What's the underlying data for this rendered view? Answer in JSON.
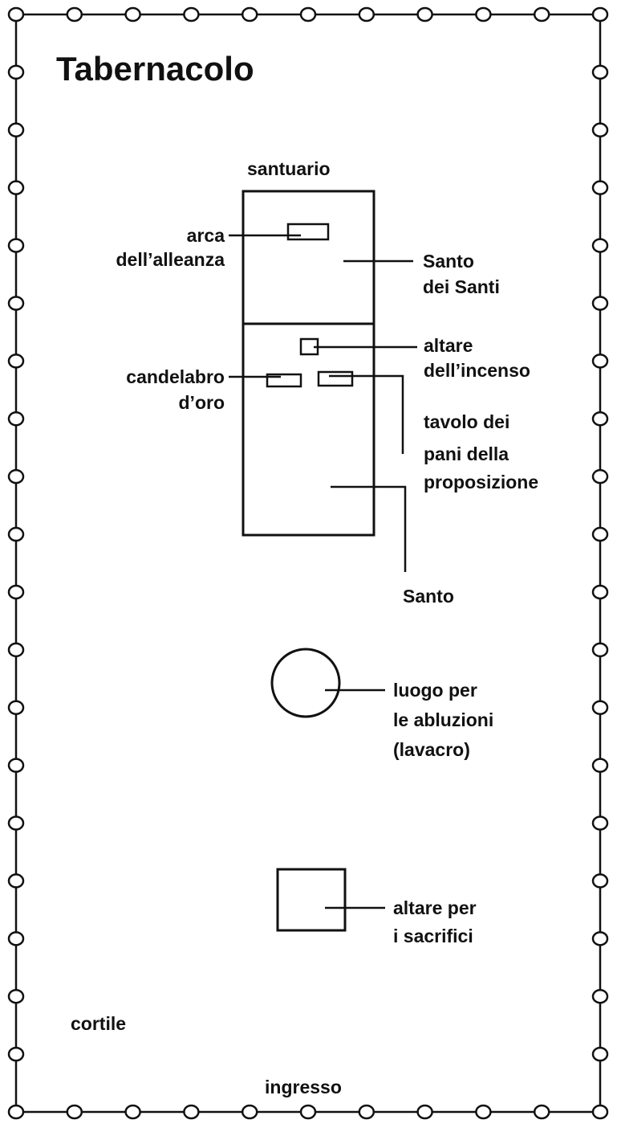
{
  "title": "Tabernacolo",
  "labels": {
    "santuario": "santuario",
    "arca": [
      "arca",
      "dell’alleanza"
    ],
    "santo_dei_santi": [
      "Santo",
      "dei Santi"
    ],
    "altare_incenso": [
      "altare",
      "dell’incenso"
    ],
    "candelabro": [
      "candelabro",
      "d’oro"
    ],
    "tavolo": [
      "tavolo dei",
      "pani della",
      "proposizione"
    ],
    "santo": "Santo",
    "lavacro": [
      "luogo per",
      "le abluzioni",
      "(lavacro)"
    ],
    "altare_sacrifici": [
      "altare per",
      "i sacrifici"
    ],
    "cortile": "cortile",
    "ingresso": "ingresso"
  }
}
